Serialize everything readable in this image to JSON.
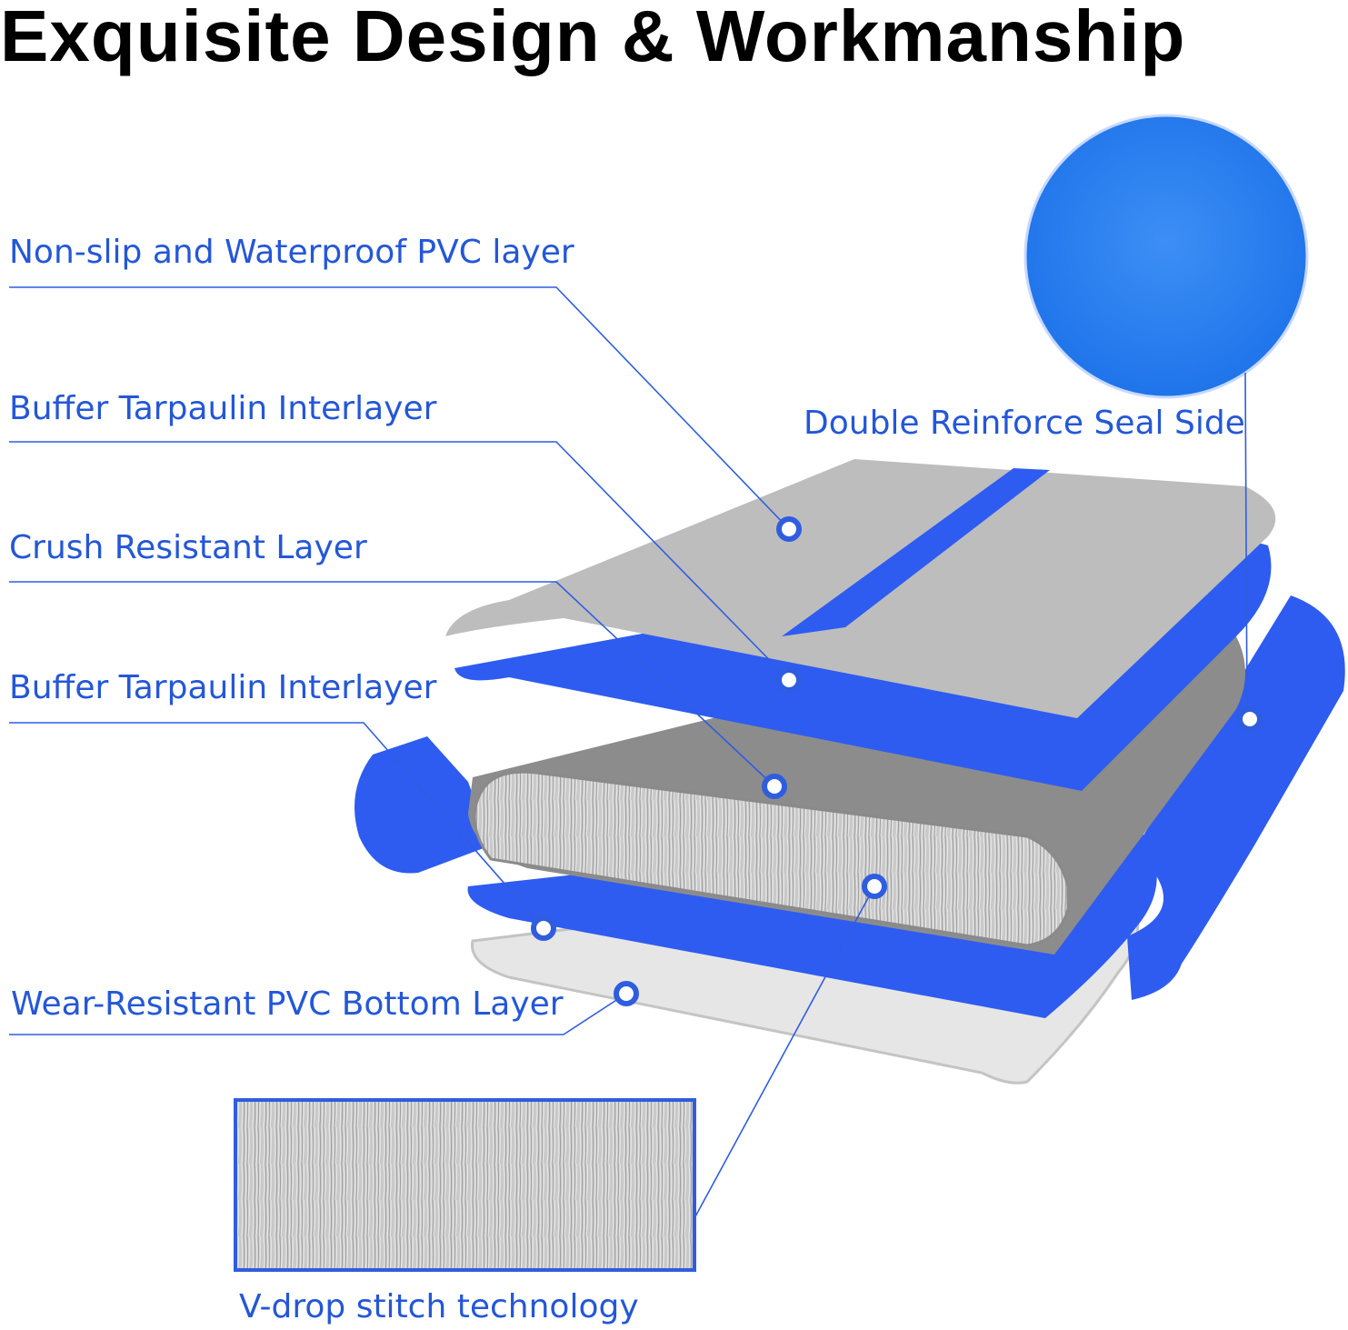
{
  "title": "Exquisite Design & Workmanship",
  "colors": {
    "label_blue": "#2457d8",
    "leader_blue": "#2f5de0",
    "layer_blue": "#2e5cf0",
    "layer_gray": "#bdbdbd",
    "core_gray": "#8c8c8c",
    "title_black": "#000000"
  },
  "callouts": {
    "top_pvc": "Non-slip and Waterproof PVC layer",
    "buffer_upper": "Buffer Tarpaulin Interlayer",
    "crush": "Crush Resistant Layer",
    "buffer_lower": "Buffer Tarpaulin Interlayer",
    "bottom_pvc": "Wear-Resistant PVC Bottom Layer",
    "seal_side": "Double Reinforce Seal Side",
    "stitch": "V-drop stitch technology"
  }
}
